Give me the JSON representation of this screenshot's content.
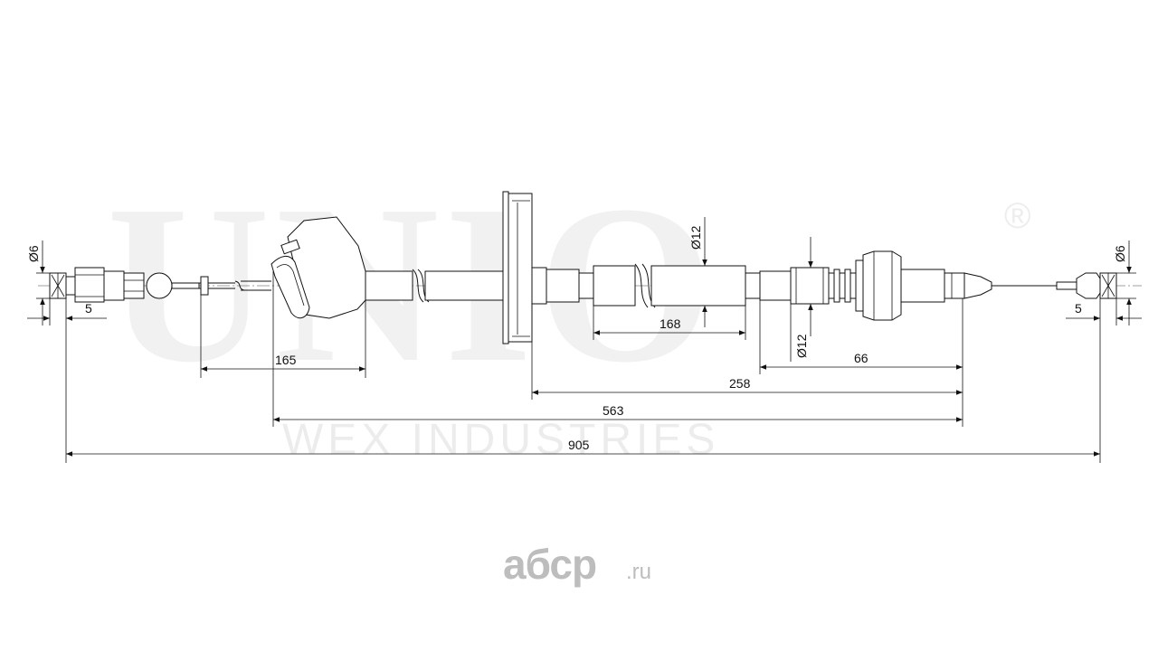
{
  "watermark": {
    "brand": "UNIO",
    "registered": "®",
    "subtitle": "WEX INDUSTRIES"
  },
  "site_logo": {
    "name": "абср",
    "tld": ".ru"
  },
  "dimensions": {
    "left_diameter": "Ø6",
    "left_offset": "5",
    "right_diameter": "Ø6",
    "right_offset": "5",
    "d165": "165",
    "d168": "168",
    "d12_upper": "Ø12",
    "d12_lower": "Ø12",
    "d66": "66",
    "d258": "258",
    "d563": "563",
    "d905": "905"
  }
}
